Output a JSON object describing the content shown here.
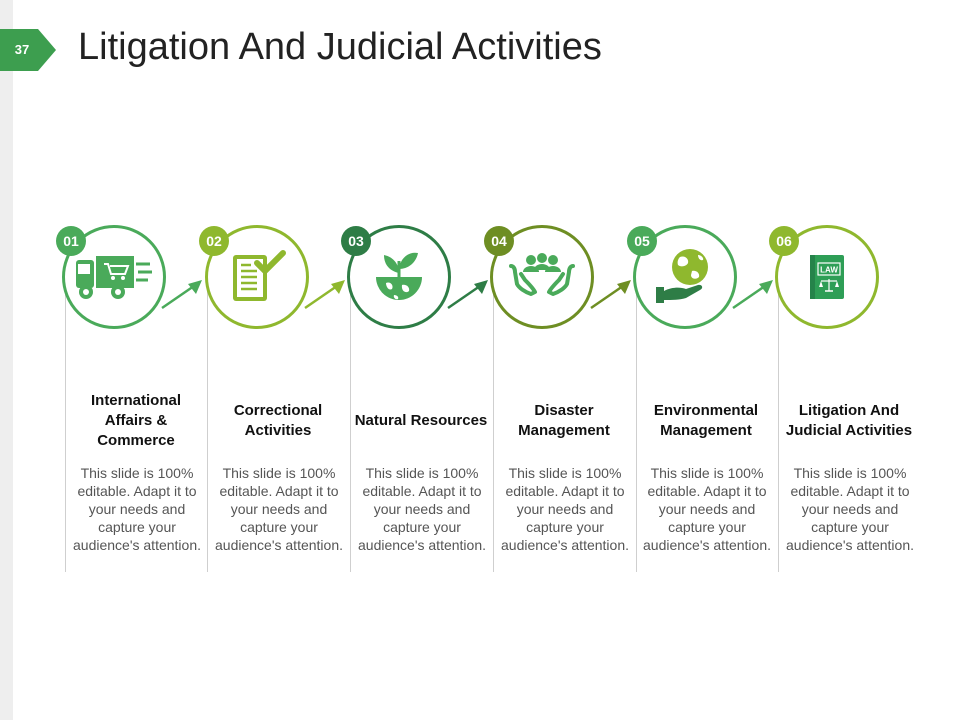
{
  "slide": {
    "page_number": "37",
    "title": "Litigation And Judicial Activities"
  },
  "colors": {
    "green": "#4aaa5a",
    "lime": "#8fb82e",
    "dark_green": "#2e7d46",
    "olive": "#6e8e23"
  },
  "steps": [
    {
      "number": "01",
      "title": "International Affairs & Commerce",
      "description": "This slide is 100% editable. Adapt it to your needs and capture your audience's attention.",
      "icon": "delivery-truck-icon",
      "color": "#4aaa5a"
    },
    {
      "number": "02",
      "title": "Correctional Activities",
      "description": "This slide is 100% editable. Adapt it to your needs and capture your audience's attention.",
      "icon": "checklist-notepad-icon",
      "color": "#8fb82e"
    },
    {
      "number": "03",
      "title": "Natural Resources",
      "description": "This slide is 100% editable. Adapt it to your needs and capture your audience's attention.",
      "icon": "plant-globe-icon",
      "color": "#2e7d46"
    },
    {
      "number": "04",
      "title": "Disaster Management",
      "description": "This slide is 100% editable. Adapt it to your needs and capture your audience's attention.",
      "icon": "hands-people-icon",
      "color": "#6e8e23"
    },
    {
      "number": "05",
      "title": "Environmental Management",
      "description": "This slide is 100% editable. Adapt it to your needs and capture your audience's attention.",
      "icon": "hand-globe-icon",
      "color": "#4aaa5a"
    },
    {
      "number": "06",
      "title": "Litigation And Judicial Activities",
      "description": "This slide is 100% editable. Adapt it to your needs and capture your audience's attention.",
      "icon": "law-book-icon",
      "color": "#8fb82e",
      "icon_label": "LAW"
    }
  ]
}
